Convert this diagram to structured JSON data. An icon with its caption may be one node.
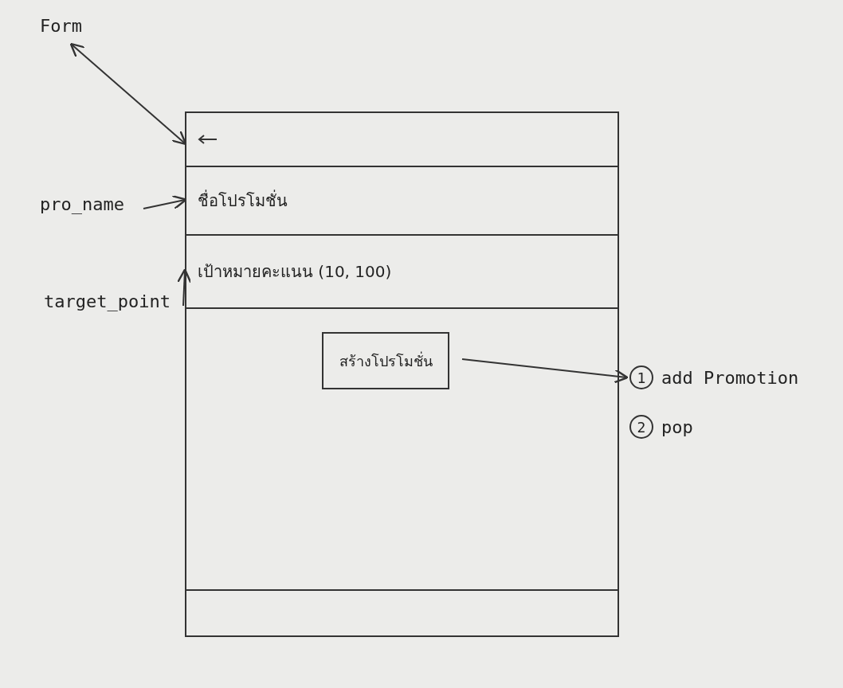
{
  "diagram": {
    "nodes": [
      {
        "text": [],
        "shape": "box"
      },
      {
        "text": [],
        "shape": "bar",
        "in": 0
      },
      {
        "text": [
          "ชื่อโปรโมชั่น"
        ],
        "in": 0
      },
      {
        "text": [
          "เป้าหมายคะแนน (10, 100)"
        ],
        "in": 0
      },
      {
        "text": [
          "สร้างโปรโมชั่น"
        ],
        "in": 0
      },
      {
        "text": [
          "Form"
        ]
      },
      {
        "text": [
          "pro_name"
        ]
      },
      {
        "text": [
          "target_point"
        ]
      },
      {
        "text": [
          "1",
          "add Promotion"
        ]
      },
      {
        "text": [
          "2",
          "pop"
        ]
      }
    ],
    "edges": [
      {
        "from": 5,
        "to": 0,
        "arrow": "both"
      },
      {
        "from": 6,
        "to": 2,
        "arrow": "to"
      },
      {
        "from": 7,
        "to": 3,
        "arrow": "to"
      },
      {
        "from": 4,
        "to": 8,
        "arrow": "to"
      }
    ]
  }
}
